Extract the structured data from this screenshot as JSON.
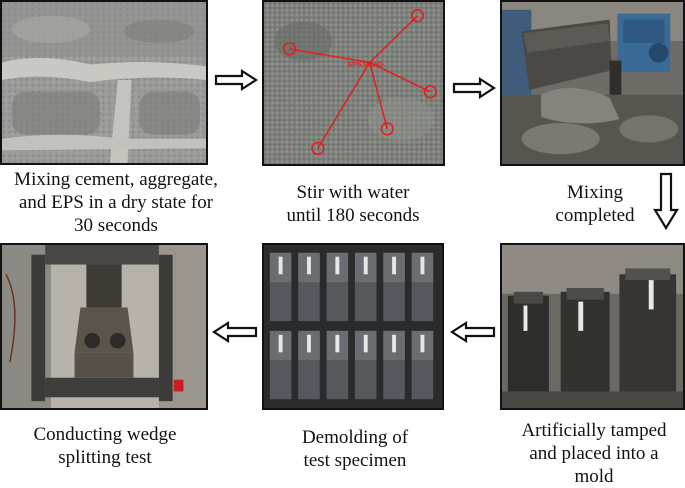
{
  "steps": [
    {
      "id": "dry-mix",
      "caption": [
        "Mixing cement, aggregate,",
        "and EPS in a dry state for",
        "30 seconds"
      ]
    },
    {
      "id": "stir-water",
      "caption": [
        "Stir with water",
        "until 180 seconds"
      ],
      "photo_label": "EPS BEAD"
    },
    {
      "id": "mixing-completed",
      "caption": [
        "Mixing",
        "completed"
      ]
    },
    {
      "id": "tamped-mold",
      "caption": [
        "Artificially tamped",
        "and placed into a",
        "mold"
      ]
    },
    {
      "id": "demolding",
      "caption": [
        "Demolding of",
        "test specimen"
      ]
    },
    {
      "id": "wedge-test",
      "caption": [
        "Conducting wedge",
        "splitting test"
      ]
    }
  ],
  "colors": {
    "annotation": "#e02020",
    "border": "#111111",
    "arrow": "#111111"
  }
}
